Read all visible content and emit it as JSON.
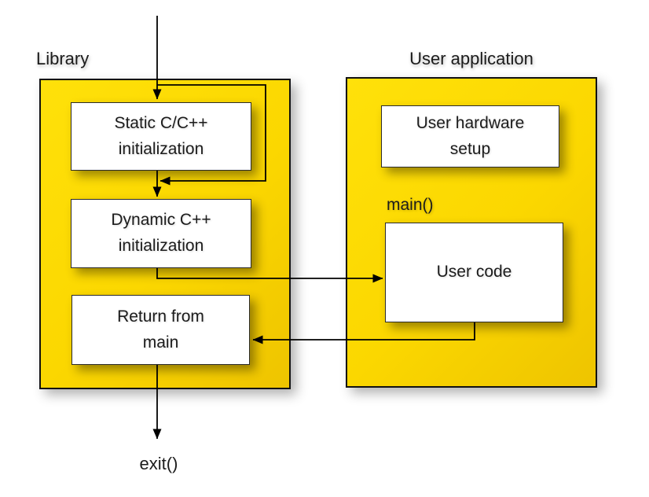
{
  "diagram": {
    "library": {
      "title": "Library",
      "static_box": "Static C/C++\ninitialization",
      "dynamic_box": "Dynamic C++\ninitialization",
      "return_box": "Return from\nmain"
    },
    "user_app": {
      "title": "User application",
      "hardware_box": "User hardware\nsetup",
      "main_label": "main()",
      "user_code_box": "User code"
    },
    "exit_label": "exit()",
    "colors": {
      "container_fill_bright": "#ffe10a",
      "container_fill": "#fbd700",
      "container_fill_deep": "#eec400",
      "container_border": "#121212",
      "box_fill": "#ffffff",
      "box_border": "#2b2b2b",
      "arrow": "#000000",
      "text": "#1c1c1c"
    }
  }
}
